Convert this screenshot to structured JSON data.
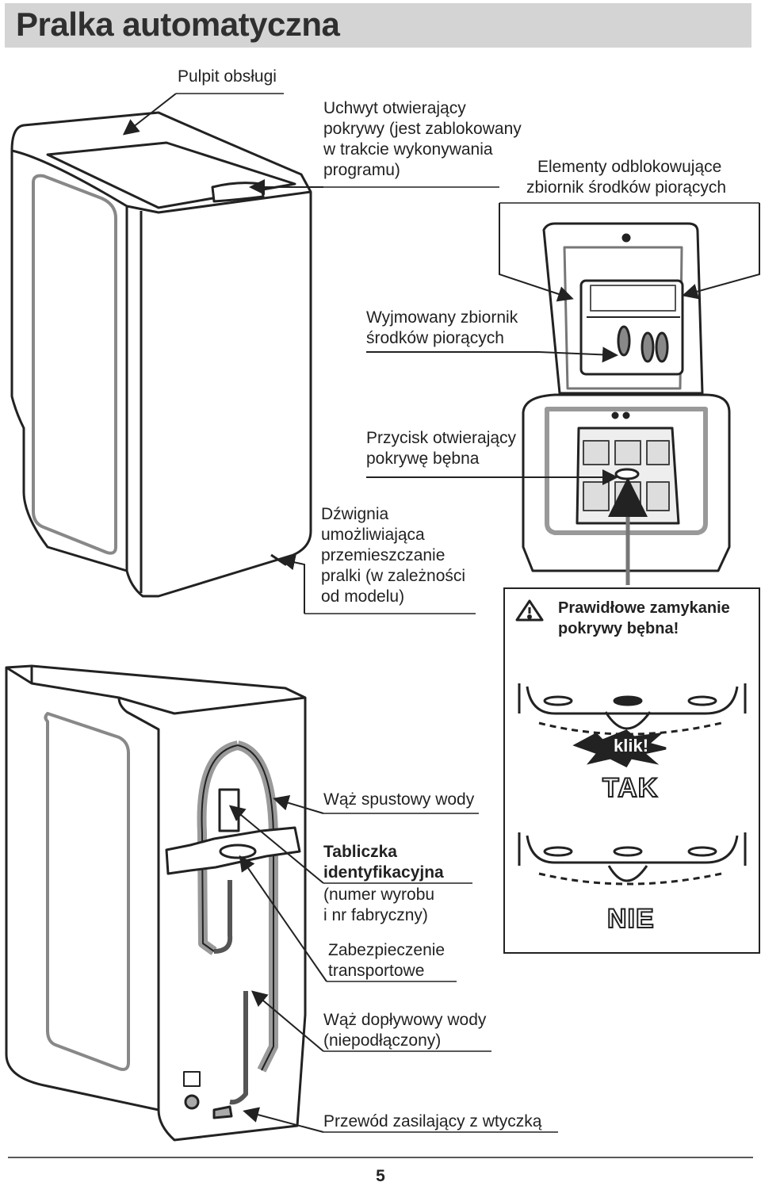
{
  "title": "Pralka automatyczna",
  "labels": {
    "control_panel": "Pulpit obsługi",
    "lid_handle": [
      "Uchwyt otwierający",
      "pokrywy (jest zablokowany",
      "w trakcie wykonywania",
      "programu)"
    ],
    "release_elements": [
      "Elementy odblokowujące",
      "zbiornik środków piorących"
    ],
    "detergent_drawer": [
      "Wyjmowany zbiornik",
      "środków piorących"
    ],
    "drum_button": [
      "Przycisk otwierający",
      "pokrywę bębna"
    ],
    "lever": [
      "Dźwignia",
      "umożliwiająca",
      "przemieszczanie",
      "pralki (w zależności",
      "od modelu)"
    ],
    "drain_hose": "Wąż spustowy wody",
    "rating_plate_bold": [
      "Tabliczka",
      "identyfikacyjna"
    ],
    "rating_plate_rest": [
      "(numer wyrobu",
      "i nr fabryczny)"
    ],
    "transport_lock": [
      "Zabezpieczenie",
      "transportowe"
    ],
    "inlet_hose": [
      "Wąż dopływowy wody",
      "(niepodłączony)"
    ],
    "power_cord": "Przewód zasilający z wtyczką"
  },
  "warning": {
    "title": [
      "Prawidłowe zamykanie",
      "pokrywy bębna!"
    ],
    "click": "klik!",
    "yes": "TAK",
    "no": "NIE"
  },
  "page_number": "5",
  "colors": {
    "title_bar": "#d4d4d4",
    "hose": "#9a9a9a",
    "line": "#222222"
  },
  "icons": [
    "warning-triangle-icon",
    "leader-arrow-icon"
  ]
}
